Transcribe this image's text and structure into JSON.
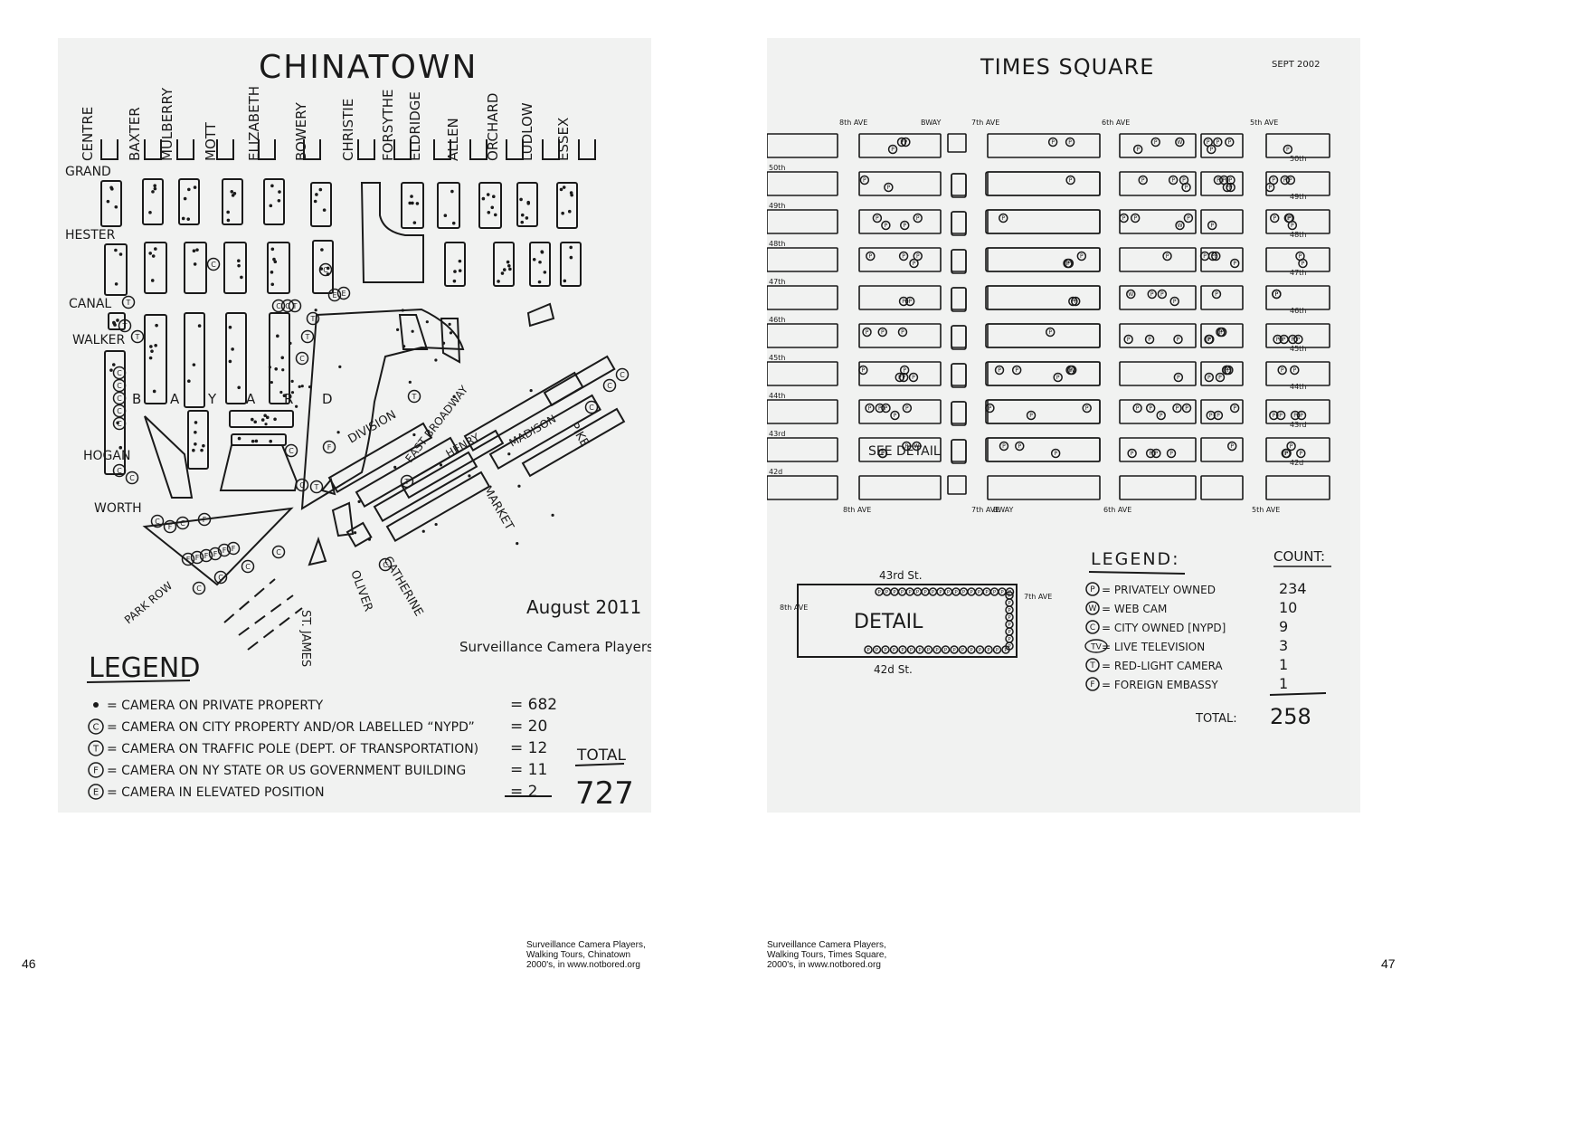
{
  "chinatown": {
    "title": "CHINATOWN",
    "streets_top": [
      "CENTRE",
      "BAXTER",
      "MULBERRY",
      "MOTT",
      "ELIZABETH",
      "BOWERY",
      "CHRISTIE",
      "FORSYTHE",
      "ELDRIDGE",
      "ALLEN",
      "ORCHARD",
      "LUDLOW",
      "ESSEX"
    ],
    "streets_side": [
      "GRAND",
      "HESTER",
      "CANAL",
      "WALKER",
      "HOGAN",
      "WORTH"
    ],
    "streets_diag": [
      "DIVISION",
      "EAST BROADWAY",
      "HENRY",
      "MADISON",
      "PIKE",
      "MARKET",
      "CATHERINE",
      "OLIVER",
      "ST. JAMES",
      "PARK ROW"
    ],
    "bayard": [
      "B",
      "A",
      "Y",
      "A",
      "R",
      "D"
    ],
    "date": "August 2011",
    "credit": "Surveillance Camera Players",
    "legend_title": "LEGEND",
    "legend": [
      {
        "symbol": "•",
        "label": "= CAMERA ON PRIVATE PROPERTY",
        "count": "= 682"
      },
      {
        "symbol": "C",
        "label": "= CAMERA ON CITY PROPERTY AND/OR LABELLED “NYPD”",
        "count": "= 20"
      },
      {
        "symbol": "T",
        "label": "= CAMERA ON TRAFFIC POLE (DEPT. OF TRANSPORTATION)",
        "count": "= 12"
      },
      {
        "symbol": "F",
        "label": "= CAMERA ON NY STATE OR US GOVERNMENT BUILDING",
        "count": "= 11"
      },
      {
        "symbol": "E",
        "label": "= CAMERA IN ELEVATED POSITION",
        "count": "= 2"
      }
    ],
    "total_label": "TOTAL",
    "total_value": "727"
  },
  "times_square": {
    "title": "TIMES SQUARE",
    "date": "SEPT 2002",
    "avenues_top": [
      "8th AVE",
      "BWAY",
      "7th AVE",
      "6th AVE",
      "5th AVE"
    ],
    "avenues_bottom": [
      "8th AVE",
      "7th AVE",
      "BWAY",
      "6th AVE",
      "5th AVE"
    ],
    "streets": [
      "50th",
      "49th",
      "48th",
      "47th",
      "46th",
      "45th",
      "44th",
      "43rd",
      "42d"
    ],
    "see_detail": "SEE DETAIL",
    "detail_title": "DETAIL",
    "detail_top": "43rd St.",
    "detail_bottom": "42d St.",
    "detail_left": "8th AVE",
    "detail_right": "7th AVE",
    "legend_title": "LEGEND:",
    "count_title": "COUNT:",
    "legend": [
      {
        "symbol": "P",
        "label": "= PRIVATELY OWNED",
        "count": "234"
      },
      {
        "symbol": "W",
        "label": "= WEB CAM",
        "count": "10"
      },
      {
        "symbol": "C",
        "label": "= CITY OWNED [NYPD]",
        "count": "9"
      },
      {
        "symbol": "TV",
        "label": "= LIVE TELEVISION",
        "count": "3"
      },
      {
        "symbol": "T",
        "label": "= RED-LIGHT CAMERA",
        "count": "1"
      },
      {
        "symbol": "F",
        "label": "= FOREIGN EMBASSY",
        "count": "1"
      }
    ],
    "total_label": "TOTAL:",
    "total_value": "258"
  },
  "captions": {
    "left": [
      "Surveillance Camera Players,",
      "Walking Tours, Chinatown",
      "2000's, in www.notbored.org"
    ],
    "right": [
      "Surveillance Camera Players,",
      "Walking Tours, Times Square,",
      "2000's, in www.notbored.org"
    ]
  },
  "page_numbers": {
    "left": "46",
    "right": "47"
  }
}
